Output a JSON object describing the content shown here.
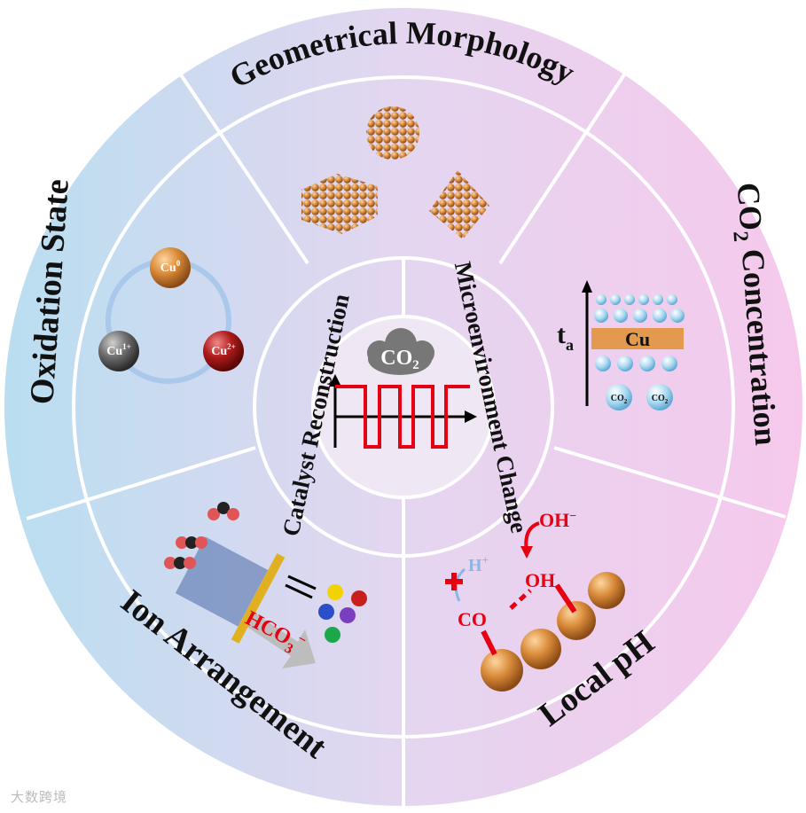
{
  "outer_ring": {
    "geometrical_morphology": "Geometrical Morphology",
    "co2_concentration": "CO",
    "co2_concentration_sub": "2",
    "co2_concentration_rest": " Concentration",
    "local_ph": "Local pH",
    "ion_arrangement": "Ion Arrangement",
    "oxidation_state": "Oxidation State"
  },
  "inner_ring": {
    "catalyst_reconstruction": "Catalyst Reconstruction",
    "microenvironment_change": "Microenvironment Change"
  },
  "center": {
    "cloud_label": "CO",
    "cloud_sub": "2"
  },
  "oxidation": {
    "cu0": "Cu",
    "cu0_sup": "0",
    "cu1": "Cu",
    "cu1_sup": "1+",
    "cu2": "Cu",
    "cu2_sup": "2+"
  },
  "co2_panel": {
    "ta": "t",
    "ta_sub": "a",
    "cu_label": "Cu",
    "bubble_label": "CO",
    "bubble_sub": "2"
  },
  "ph_panel": {
    "oh_minus": "OH",
    "oh_minus_sup": "−",
    "h_plus": "H",
    "h_plus_sup": "+",
    "oh": "OH",
    "co": "CO"
  },
  "ion_panel": {
    "hco3": "HCO",
    "hco3_sub": "3",
    "hco3_sup": "−"
  },
  "colors": {
    "copper": "#d4893a",
    "red": "#e60012",
    "blue_bg": "#bfe0ee",
    "pink_bg": "#f3cdee"
  },
  "watermark": "大数跨境"
}
